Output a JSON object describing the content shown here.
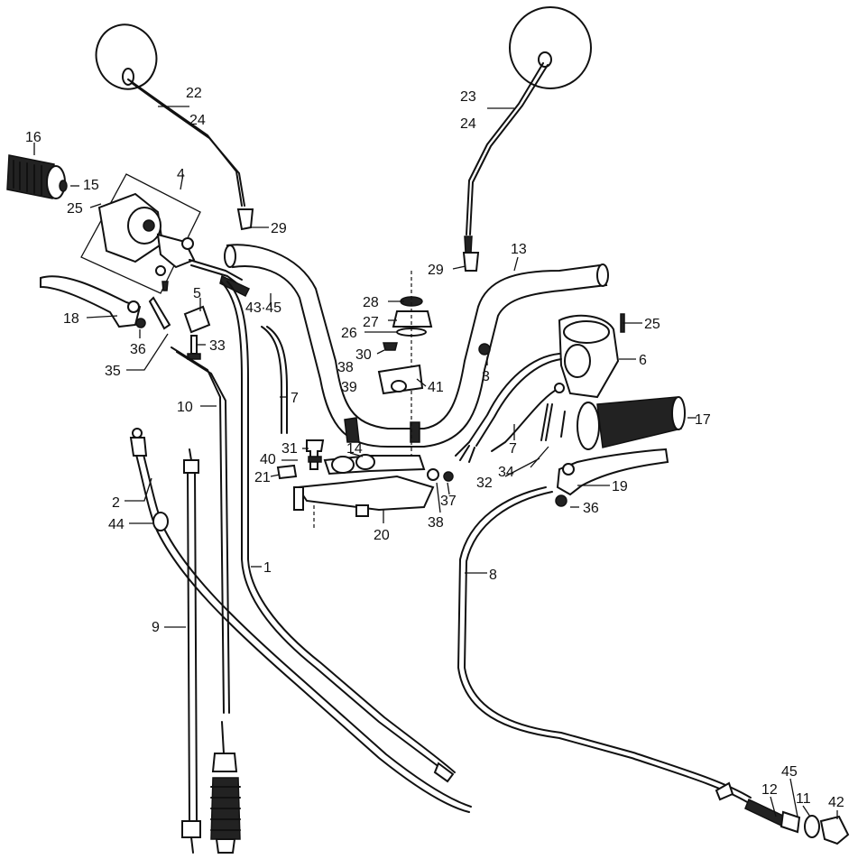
{
  "callouts": [
    {
      "id": "c16",
      "text": "16"
    },
    {
      "id": "c15",
      "text": "15"
    },
    {
      "id": "c25a",
      "text": "25"
    },
    {
      "id": "c4",
      "text": "4"
    },
    {
      "id": "c22",
      "text": "22"
    },
    {
      "id": "c24a",
      "text": "24"
    },
    {
      "id": "c23",
      "text": "23"
    },
    {
      "id": "c24b",
      "text": "24"
    },
    {
      "id": "c29a",
      "text": "29"
    },
    {
      "id": "c29b",
      "text": "29"
    },
    {
      "id": "c13",
      "text": "13"
    },
    {
      "id": "c18",
      "text": "18"
    },
    {
      "id": "c36a",
      "text": "36"
    },
    {
      "id": "c35",
      "text": "35"
    },
    {
      "id": "c5",
      "text": "5"
    },
    {
      "id": "c33",
      "text": "33"
    },
    {
      "id": "c43",
      "text": "43∙45"
    },
    {
      "id": "c28",
      "text": "28"
    },
    {
      "id": "c27",
      "text": "27"
    },
    {
      "id": "c26",
      "text": "26"
    },
    {
      "id": "c30",
      "text": "30"
    },
    {
      "id": "c38a",
      "text": "38"
    },
    {
      "id": "c39",
      "text": "39"
    },
    {
      "id": "c41",
      "text": "41"
    },
    {
      "id": "c3",
      "text": "3"
    },
    {
      "id": "c25b",
      "text": "25"
    },
    {
      "id": "c6",
      "text": "6"
    },
    {
      "id": "c10",
      "text": "10"
    },
    {
      "id": "c7a",
      "text": "7"
    },
    {
      "id": "c7b",
      "text": "7"
    },
    {
      "id": "c17",
      "text": "17"
    },
    {
      "id": "c31",
      "text": "31"
    },
    {
      "id": "c14",
      "text": "14"
    },
    {
      "id": "c40",
      "text": "40"
    },
    {
      "id": "c21",
      "text": "21"
    },
    {
      "id": "c37",
      "text": "37"
    },
    {
      "id": "c38b",
      "text": "38"
    },
    {
      "id": "c32",
      "text": "32"
    },
    {
      "id": "c34",
      "text": "34"
    },
    {
      "id": "c19",
      "text": "19"
    },
    {
      "id": "c36b",
      "text": "36"
    },
    {
      "id": "c20",
      "text": "20"
    },
    {
      "id": "c2",
      "text": "2"
    },
    {
      "id": "c44",
      "text": "44"
    },
    {
      "id": "c1",
      "text": "1"
    },
    {
      "id": "c8",
      "text": "8"
    },
    {
      "id": "c9",
      "text": "9"
    },
    {
      "id": "c45",
      "text": "45"
    },
    {
      "id": "c12",
      "text": "12"
    },
    {
      "id": "c11",
      "text": "11"
    },
    {
      "id": "c42",
      "text": "42"
    }
  ]
}
